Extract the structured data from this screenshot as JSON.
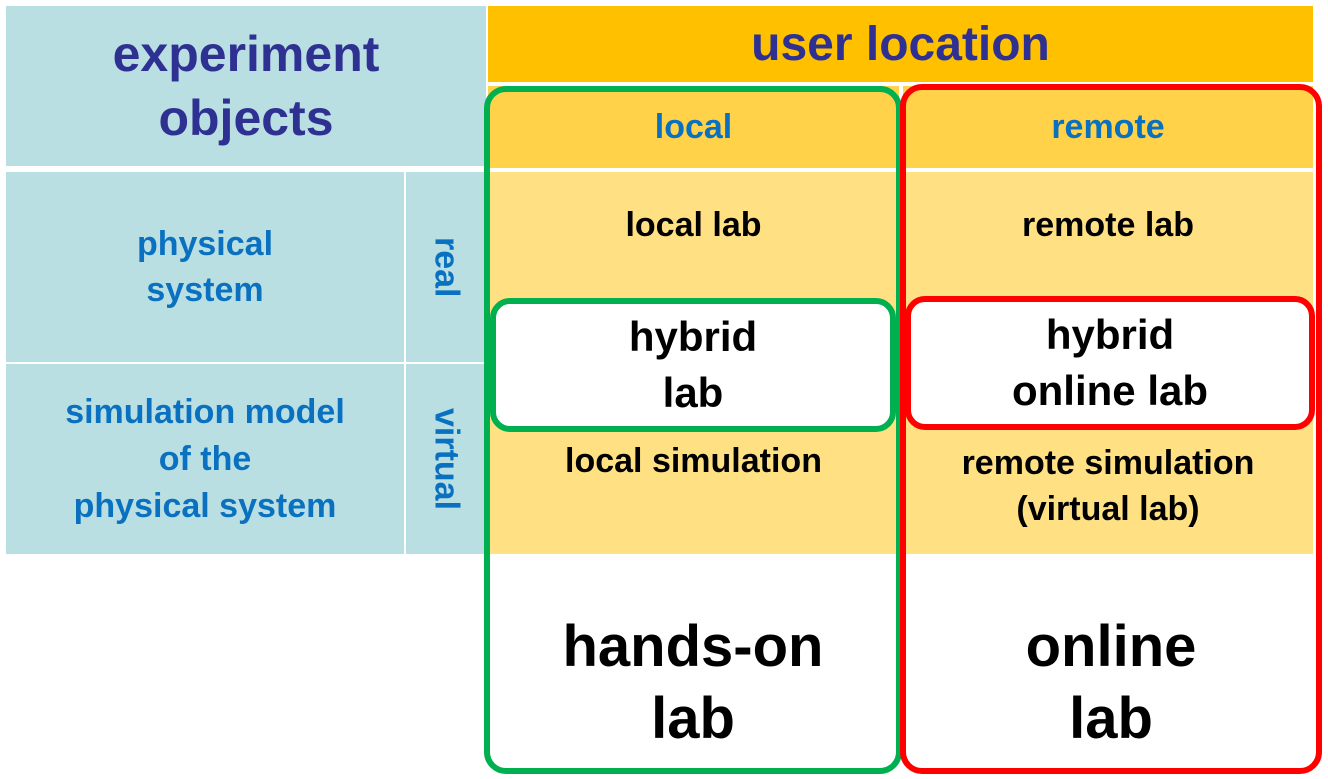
{
  "header": {
    "experiment_objects_line1": "experiment",
    "experiment_objects_line2": "objects",
    "user_location": "user location",
    "local": "local",
    "remote": "remote"
  },
  "rows": {
    "physical_line1": "physical",
    "physical_line2": "system",
    "real": "real",
    "sim_line1": "simulation model",
    "sim_line2": "of the",
    "sim_line3": "physical system",
    "virtual": "virtual"
  },
  "cells": {
    "local_lab": "local lab",
    "remote_lab": "remote lab",
    "hybrid_lab_line1": "hybrid",
    "hybrid_lab_line2": "lab",
    "hybrid_online_line1": "hybrid",
    "hybrid_online_line2": "online lab",
    "local_simulation": "local simulation",
    "remote_simulation_line1": "remote simulation",
    "remote_simulation_line2": "(virtual lab)"
  },
  "footer": {
    "handson_line1": "hands-on",
    "handson_line2": "lab",
    "online_line1": "online",
    "online_line2": "lab"
  },
  "colors": {
    "teal": "#b9dfe2",
    "orange": "#ffc000",
    "header_yellow": "#ffd24a",
    "cell_yellow": "#ffe083",
    "green_frame": "#00b050",
    "red_frame": "#ff0000",
    "navy_text": "#2e3192",
    "blue_text": "#0a70c0"
  }
}
